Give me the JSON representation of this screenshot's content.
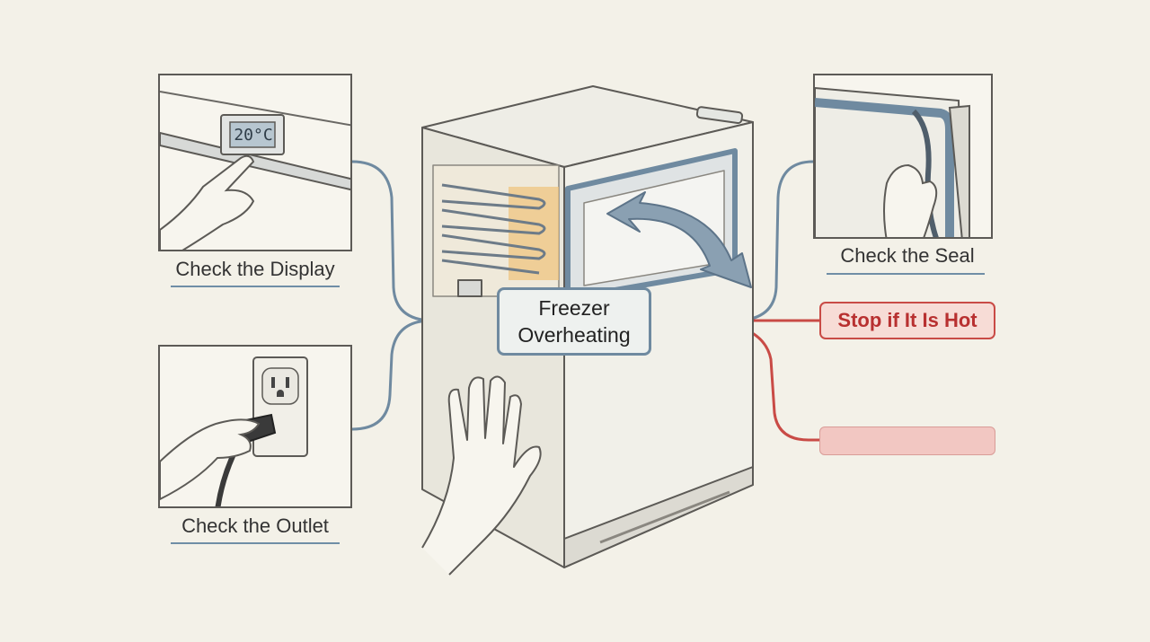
{
  "center_label": {
    "line1": "Freezer",
    "line2": "Overheating"
  },
  "panels": {
    "display": {
      "caption": "Check the Display",
      "readout": "20°C"
    },
    "outlet": {
      "caption": "Check the Outlet"
    },
    "seal": {
      "caption": "Check the Seal"
    }
  },
  "warning": {
    "label": "Stop if It Is Hot"
  },
  "colors": {
    "background": "#f3f1e8",
    "connector_blue": "#6f8aa0",
    "connector_red": "#c94b46",
    "warm_coil": "#f0c27a"
  }
}
